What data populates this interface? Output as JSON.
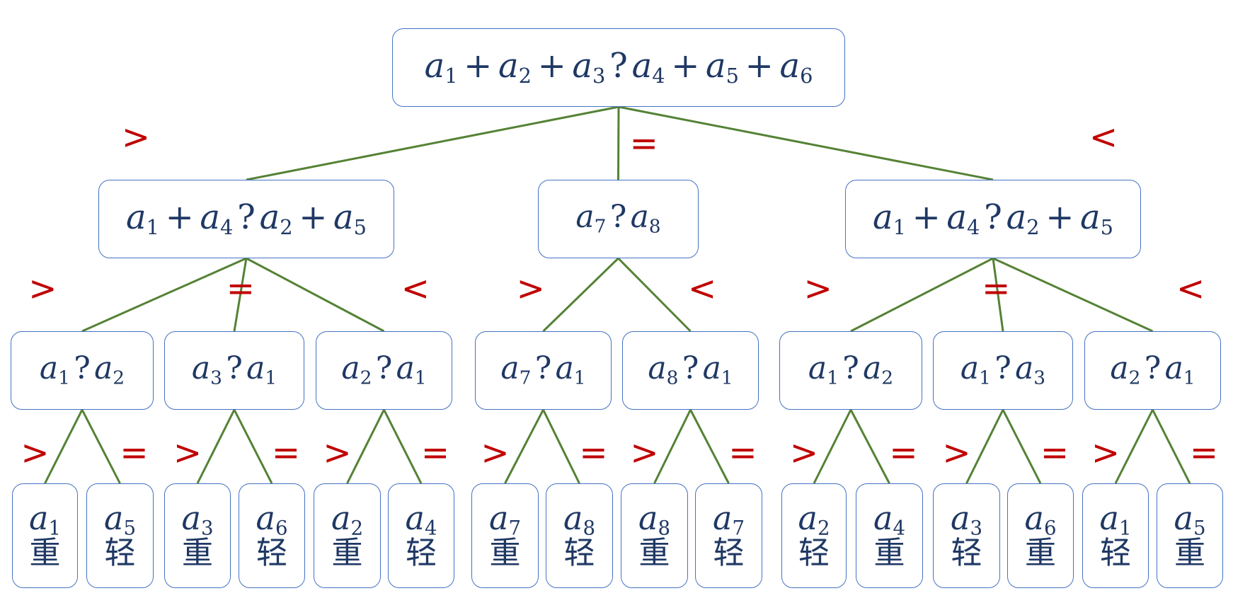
{
  "colors": {
    "node_border": "#4472c4",
    "node_text": "#1f3864",
    "edge": "#548235",
    "edge_label": "#c00000"
  },
  "nodes": [
    {
      "id": "root",
      "terms": [
        [
          "a",
          "1"
        ],
        "+",
        [
          "a",
          "2"
        ],
        "+",
        [
          "a",
          "3"
        ],
        "?",
        [
          "a",
          "4"
        ],
        "+",
        [
          "a",
          "5"
        ],
        "+",
        [
          "a",
          "6"
        ]
      ]
    },
    {
      "id": "L",
      "terms": [
        [
          "a",
          "1"
        ],
        "+",
        [
          "a",
          "4"
        ],
        "?",
        [
          "a",
          "2"
        ],
        "+",
        [
          "a",
          "5"
        ]
      ]
    },
    {
      "id": "M",
      "terms": [
        [
          "a",
          "7"
        ],
        "?",
        [
          "a",
          "8"
        ]
      ]
    },
    {
      "id": "R",
      "terms": [
        [
          "a",
          "1"
        ],
        "+",
        [
          "a",
          "4"
        ],
        "?",
        [
          "a",
          "2"
        ],
        "+",
        [
          "a",
          "5"
        ]
      ]
    },
    {
      "id": "L1",
      "terms": [
        [
          "a",
          "1"
        ],
        "?",
        [
          "a",
          "2"
        ]
      ]
    },
    {
      "id": "L2",
      "terms": [
        [
          "a",
          "3"
        ],
        "?",
        [
          "a",
          "1"
        ]
      ]
    },
    {
      "id": "L3",
      "terms": [
        [
          "a",
          "2"
        ],
        "?",
        [
          "a",
          "1"
        ]
      ]
    },
    {
      "id": "M1",
      "terms": [
        [
          "a",
          "7"
        ],
        "?",
        [
          "a",
          "1"
        ]
      ]
    },
    {
      "id": "M2",
      "terms": [
        [
          "a",
          "8"
        ],
        "?",
        [
          "a",
          "1"
        ]
      ]
    },
    {
      "id": "R1",
      "terms": [
        [
          "a",
          "1"
        ],
        "?",
        [
          "a",
          "2"
        ]
      ]
    },
    {
      "id": "R2",
      "terms": [
        [
          "a",
          "1"
        ],
        "?",
        [
          "a",
          "3"
        ]
      ]
    },
    {
      "id": "R3",
      "terms": [
        [
          "a",
          "2"
        ],
        "?",
        [
          "a",
          "1"
        ]
      ]
    }
  ],
  "leaves": [
    {
      "id": "l1",
      "var": "a",
      "sub": "1",
      "label": "重"
    },
    {
      "id": "l2",
      "var": "a",
      "sub": "5",
      "label": "轻"
    },
    {
      "id": "l3",
      "var": "a",
      "sub": "3",
      "label": "重"
    },
    {
      "id": "l4",
      "var": "a",
      "sub": "6",
      "label": "轻"
    },
    {
      "id": "l5",
      "var": "a",
      "sub": "2",
      "label": "重"
    },
    {
      "id": "l6",
      "var": "a",
      "sub": "4",
      "label": "轻"
    },
    {
      "id": "l7",
      "var": "a",
      "sub": "7",
      "label": "重"
    },
    {
      "id": "l8",
      "var": "a",
      "sub": "8",
      "label": "轻"
    },
    {
      "id": "l9",
      "var": "a",
      "sub": "8",
      "label": "重"
    },
    {
      "id": "l10",
      "var": "a",
      "sub": "7",
      "label": "轻"
    },
    {
      "id": "l11",
      "var": "a",
      "sub": "2",
      "label": "轻"
    },
    {
      "id": "l12",
      "var": "a",
      "sub": "4",
      "label": "重"
    },
    {
      "id": "l13",
      "var": "a",
      "sub": "3",
      "label": "轻"
    },
    {
      "id": "l14",
      "var": "a",
      "sub": "6",
      "label": "重"
    },
    {
      "id": "l15",
      "var": "a",
      "sub": "1",
      "label": "轻"
    },
    {
      "id": "l16",
      "var": "a",
      "sub": "5",
      "label": "重"
    }
  ],
  "edges": [
    {
      "from": "root",
      "to": "L",
      "label": ">"
    },
    {
      "from": "root",
      "to": "M",
      "label": "="
    },
    {
      "from": "root",
      "to": "R",
      "label": "<"
    },
    {
      "from": "L",
      "to": "L1",
      "label": ">"
    },
    {
      "from": "L",
      "to": "L2",
      "label": "="
    },
    {
      "from": "L",
      "to": "L3",
      "label": "<"
    },
    {
      "from": "M",
      "to": "M1",
      "label": ">"
    },
    {
      "from": "M",
      "to": "M2",
      "label": "<"
    },
    {
      "from": "R",
      "to": "R1",
      "label": ">"
    },
    {
      "from": "R",
      "to": "R2",
      "label": "="
    },
    {
      "from": "R",
      "to": "R3",
      "label": "<"
    },
    {
      "from": "L1",
      "to": "l1",
      "label": ">"
    },
    {
      "from": "L1",
      "to": "l2",
      "label": "="
    },
    {
      "from": "L2",
      "to": "l3",
      "label": ">"
    },
    {
      "from": "L2",
      "to": "l4",
      "label": "="
    },
    {
      "from": "L3",
      "to": "l5",
      "label": ">"
    },
    {
      "from": "L3",
      "to": "l6",
      "label": "="
    },
    {
      "from": "M1",
      "to": "l7",
      "label": ">"
    },
    {
      "from": "M1",
      "to": "l8",
      "label": "="
    },
    {
      "from": "M2",
      "to": "l9",
      "label": ">"
    },
    {
      "from": "M2",
      "to": "l10",
      "label": "="
    },
    {
      "from": "R1",
      "to": "l11",
      "label": ">"
    },
    {
      "from": "R1",
      "to": "l12",
      "label": "="
    },
    {
      "from": "R2",
      "to": "l13",
      "label": ">"
    },
    {
      "from": "R2",
      "to": "l14",
      "label": "="
    },
    {
      "from": "R3",
      "to": "l15",
      "label": ">"
    },
    {
      "from": "R3",
      "to": "l16",
      "label": "="
    }
  ]
}
